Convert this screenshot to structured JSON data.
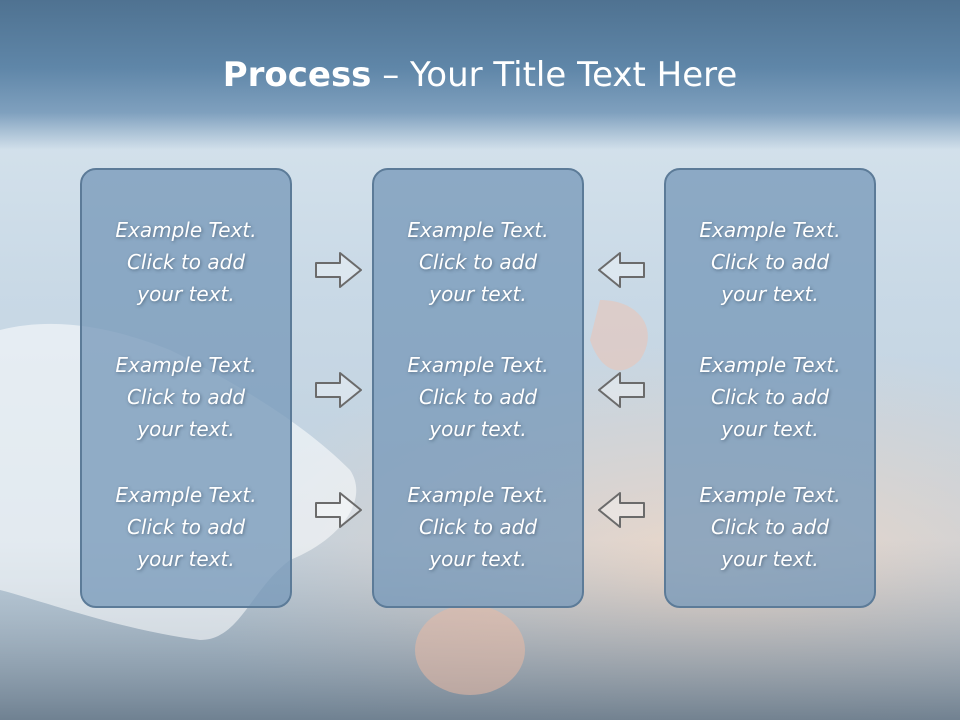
{
  "slide": {
    "title_bold": "Process",
    "title_rest": " – Your Title Text Here"
  },
  "panels": [
    {
      "cells": [
        {
          "l1": "Example Text.",
          "l2": "Click  to add",
          "l3": "your text."
        },
        {
          "l1": "Example Text.",
          "l2": "Click  to add",
          "l3": "your text."
        },
        {
          "l1": "Example Text.",
          "l2": "Click  to add",
          "l3": "your text."
        }
      ]
    },
    {
      "cells": [
        {
          "l1": "Example Text.",
          "l2": "Click  to add",
          "l3": "your text."
        },
        {
          "l1": "Example Text.",
          "l2": "Click  to add",
          "l3": "your text."
        },
        {
          "l1": "Example Text.",
          "l2": "Click  to add",
          "l3": "your text."
        }
      ]
    },
    {
      "cells": [
        {
          "l1": "Example Text.",
          "l2": "Click  to add",
          "l3": "your text."
        },
        {
          "l1": "Example Text.",
          "l2": "Click  to add",
          "l3": "your text."
        },
        {
          "l1": "Example Text.",
          "l2": "Click  to add",
          "l3": "your text."
        }
      ]
    }
  ],
  "icons": {
    "left_arrows": "arrow-right-icon",
    "right_arrows": "arrow-left-icon"
  },
  "colors": {
    "title_bar": "#5f86a8",
    "panel_fill": "#789aba",
    "panel_border": "#5c7b98",
    "text": "#ffffff"
  }
}
